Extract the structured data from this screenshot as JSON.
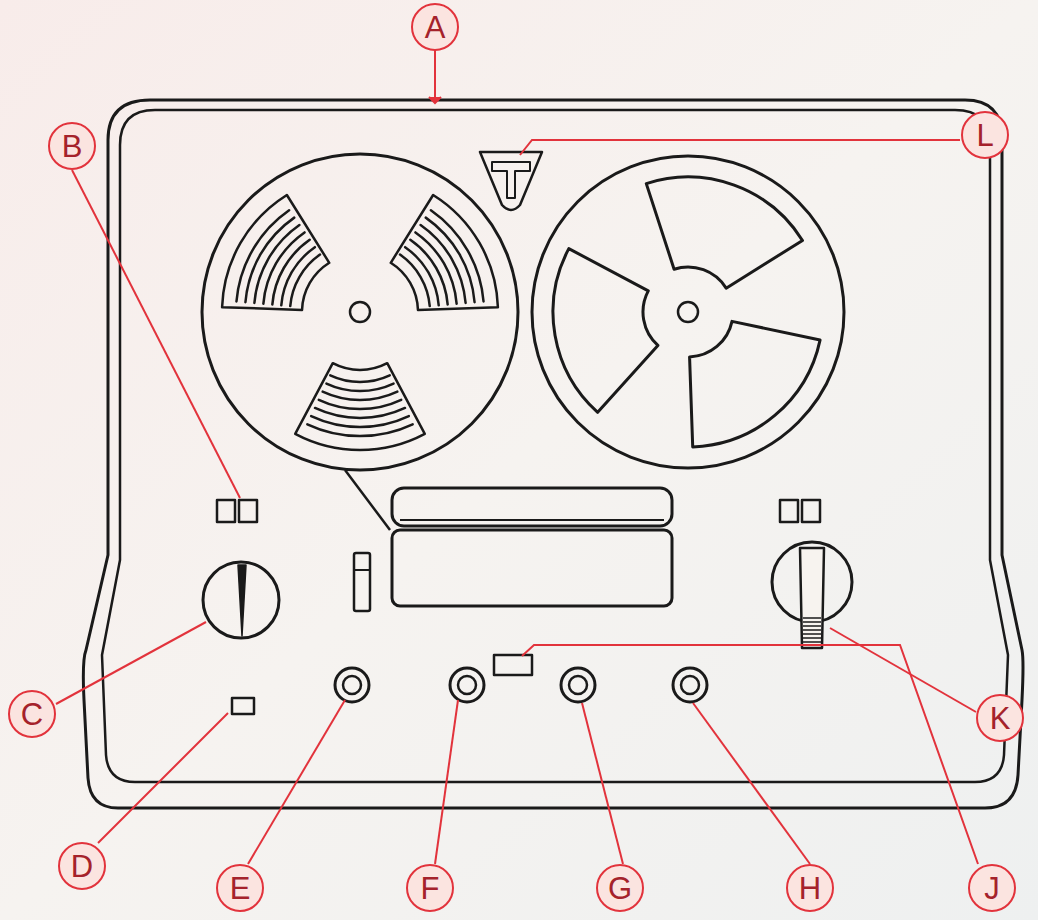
{
  "diagram": {
    "nodes": [
      {
        "text": [
          "A"
        ]
      },
      {
        "text": [
          "B"
        ]
      },
      {
        "text": [
          "L"
        ]
      },
      {
        "text": [
          "C"
        ]
      },
      {
        "text": [
          "K"
        ]
      },
      {
        "text": [
          "D"
        ]
      },
      {
        "text": [
          "E"
        ]
      },
      {
        "text": [
          "F"
        ]
      },
      {
        "text": [
          "G"
        ]
      },
      {
        "text": [
          "H"
        ]
      },
      {
        "text": [
          "J"
        ]
      }
    ]
  }
}
